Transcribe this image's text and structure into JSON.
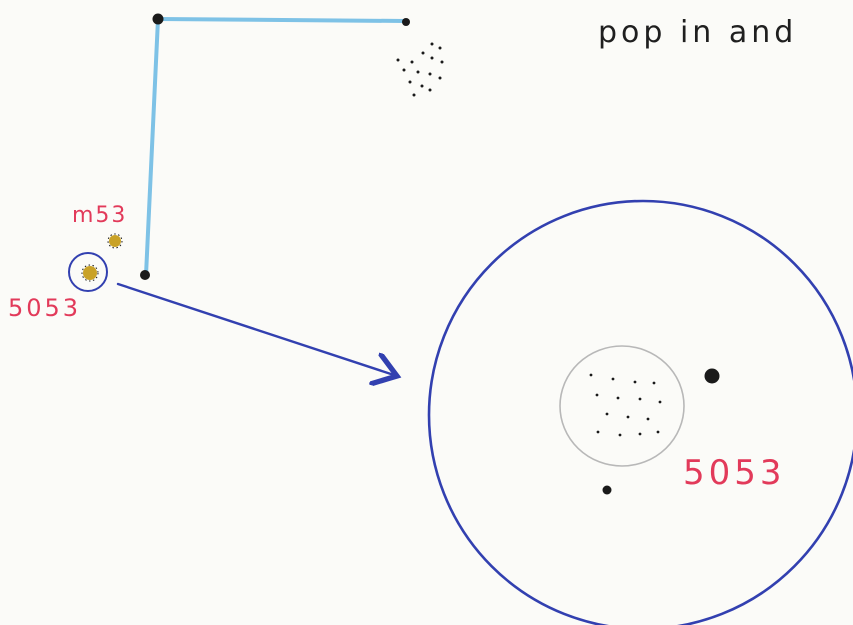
{
  "note": {
    "text": "pop in and"
  },
  "labels": {
    "m53": "m53",
    "ngc5053_small": "5053",
    "ngc5053_large": "5053"
  },
  "colors": {
    "paper": "#fbfbf8",
    "pointer_line": "#7ec2e6",
    "circle_ink": "#3240b0",
    "label_ink": "#e23a5a",
    "star_ink": "#1a1a1a",
    "cluster_fill": "#c9a227",
    "cluster_outline": "#b8b8b8"
  }
}
